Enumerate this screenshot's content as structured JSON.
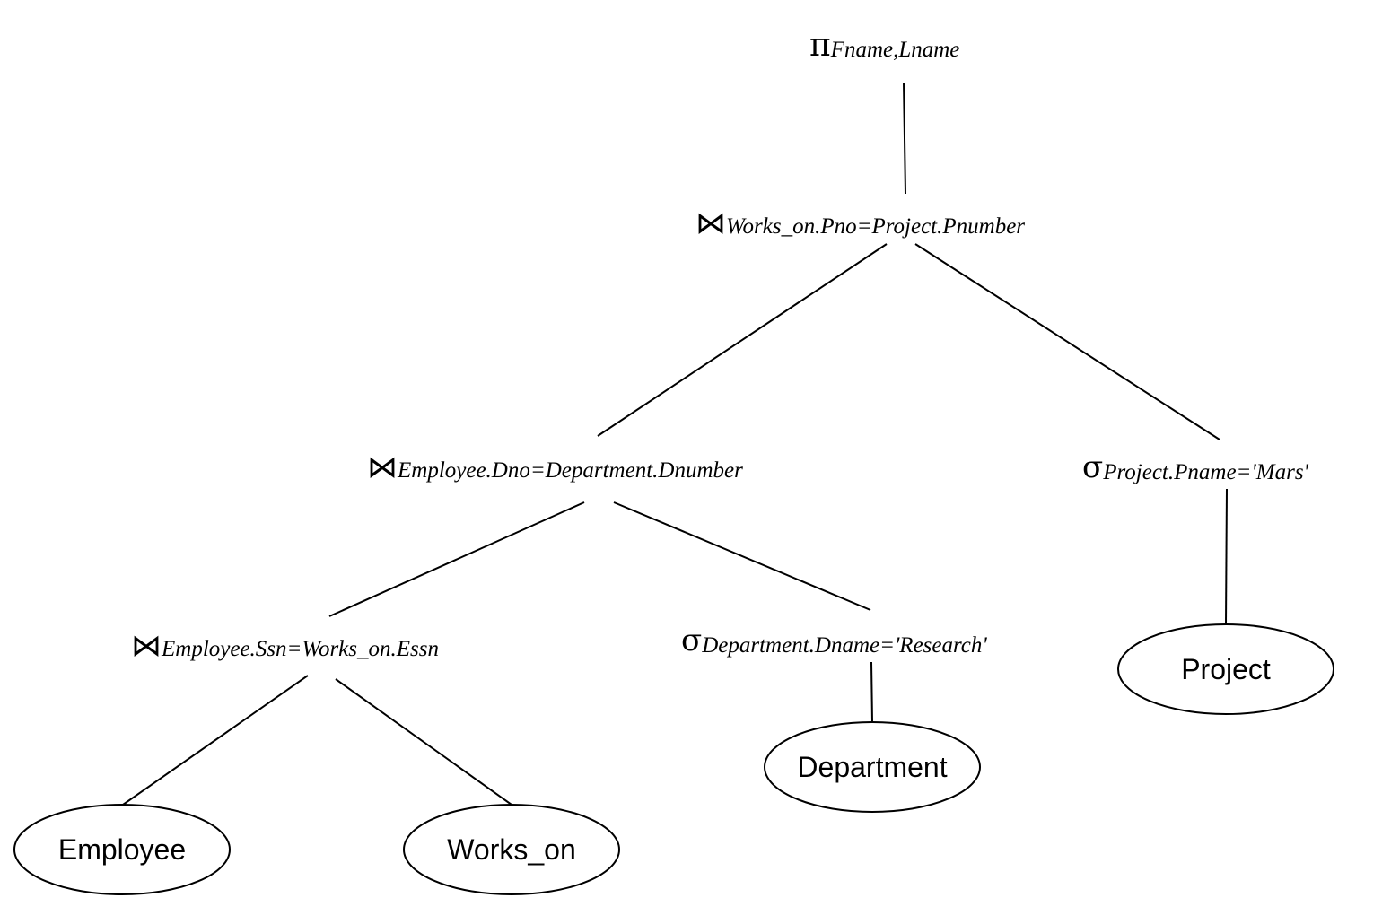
{
  "query_tree": {
    "projection": {
      "symbol": "π",
      "subscript": "Fname,Lname"
    },
    "join_pno": {
      "symbol": "⋈",
      "subscript": "Works_on.Pno=Project.Pnumber"
    },
    "join_dno": {
      "symbol": "⋈",
      "subscript": "Employee.Dno=Department.Dnumber"
    },
    "select_project": {
      "symbol": "σ",
      "subscript": "Project.Pname='Mars'"
    },
    "join_ssn": {
      "symbol": "⋈",
      "subscript": "Employee.Ssn=Works_on.Essn"
    },
    "select_department": {
      "symbol": "σ",
      "subscript": "Department.Dname='Research'"
    },
    "relations": {
      "employee": "Employee",
      "works_on": "Works_on",
      "department": "Department",
      "project": "Project"
    }
  }
}
